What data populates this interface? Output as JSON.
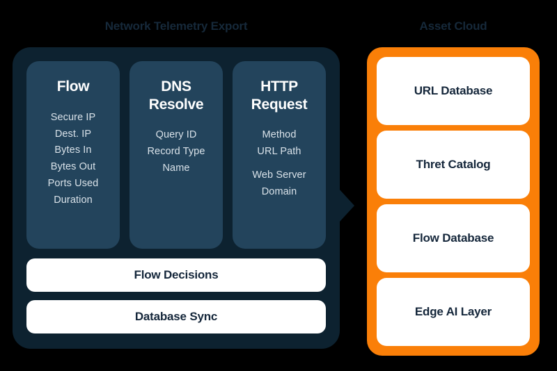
{
  "diagram": {
    "background_color": "#000000",
    "left_section": {
      "title": "Network Telemetry Export",
      "panel_color": "#0d2230",
      "card_color": "#23445c",
      "cards": [
        {
          "title": "Flow",
          "fields": [
            "Secure IP",
            "Dest. IP",
            "Bytes In",
            "Bytes Out",
            "Ports Used",
            "Duration"
          ]
        },
        {
          "title": "DNS Resolve",
          "fields": [
            "Query ID",
            "Record Type",
            "Name"
          ]
        },
        {
          "title": "HTTP Request",
          "fields": [
            "Method",
            "URL Path",
            "Web Server Domain"
          ]
        }
      ],
      "action_bars": [
        "Flow Decisions",
        "Database Sync"
      ],
      "connector": "arrow-right"
    },
    "right_section": {
      "title": "Asset Cloud",
      "panel_color": "#fa7f08",
      "cards": [
        "URL Database",
        "Thret Catalog",
        "Flow Database",
        "Edge AI Layer"
      ]
    }
  }
}
